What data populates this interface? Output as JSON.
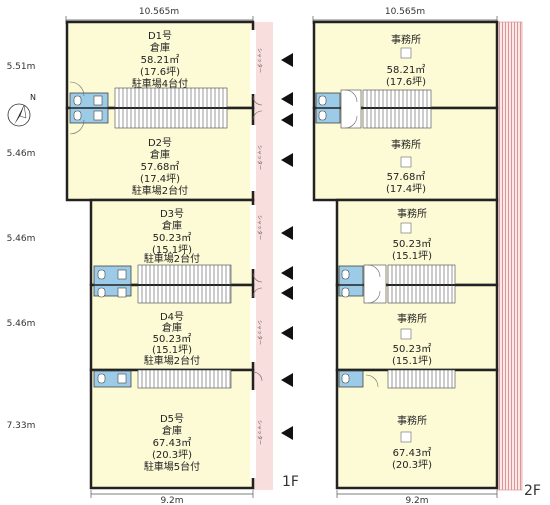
{
  "floor1": {
    "label": "1F",
    "width_top": "10.565m",
    "width_bottom": "9.2m",
    "heights": [
      "5.51m",
      "5.46m",
      "5.46m",
      "5.46m",
      "7.33m"
    ],
    "shutter_label": "シャッター",
    "units": [
      {
        "name": "D1号",
        "use": "倉庫",
        "area": "58.21㎡",
        "tsubo": "(17.6坪)",
        "parking": "駐車場4台付"
      },
      {
        "name": "D2号",
        "use": "倉庫",
        "area": "57.68㎡",
        "tsubo": "(17.4坪)",
        "parking": "駐車場2台付"
      },
      {
        "name": "D3号",
        "use": "倉庫",
        "area": "50.23㎡",
        "tsubo": "(15.1坪)",
        "parking": "駐車場2台付"
      },
      {
        "name": "D4号",
        "use": "倉庫",
        "area": "50.23㎡",
        "tsubo": "(15.1坪)",
        "parking": "駐車場2台付"
      },
      {
        "name": "D5号",
        "use": "倉庫",
        "area": "67.43㎡",
        "tsubo": "(20.3坪)",
        "parking": "駐車場5台付"
      }
    ]
  },
  "floor2": {
    "label": "2F",
    "width_top": "10.565m",
    "width_bottom": "9.2m",
    "units": [
      {
        "use": "事務所",
        "area": "58.21㎡",
        "tsubo": "(17.6坪)"
      },
      {
        "use": "事務所",
        "area": "57.68㎡",
        "tsubo": "(17.4坪)"
      },
      {
        "use": "事務所",
        "area": "50.23㎡",
        "tsubo": "(15.1坪)"
      },
      {
        "use": "事務所",
        "area": "50.23㎡",
        "tsubo": "(15.1坪)"
      },
      {
        "use": "事務所",
        "area": "67.43㎡",
        "tsubo": "(20.3坪)"
      }
    ]
  },
  "compass": {
    "label": "N"
  },
  "colors": {
    "room_fill": "#fdfbd6",
    "wall": "#222222",
    "outside_strip": "#f9dede",
    "balcony_hatch": "#d98a8a",
    "toilet_blue": "#9ccbe8",
    "arrow": "#111111"
  }
}
